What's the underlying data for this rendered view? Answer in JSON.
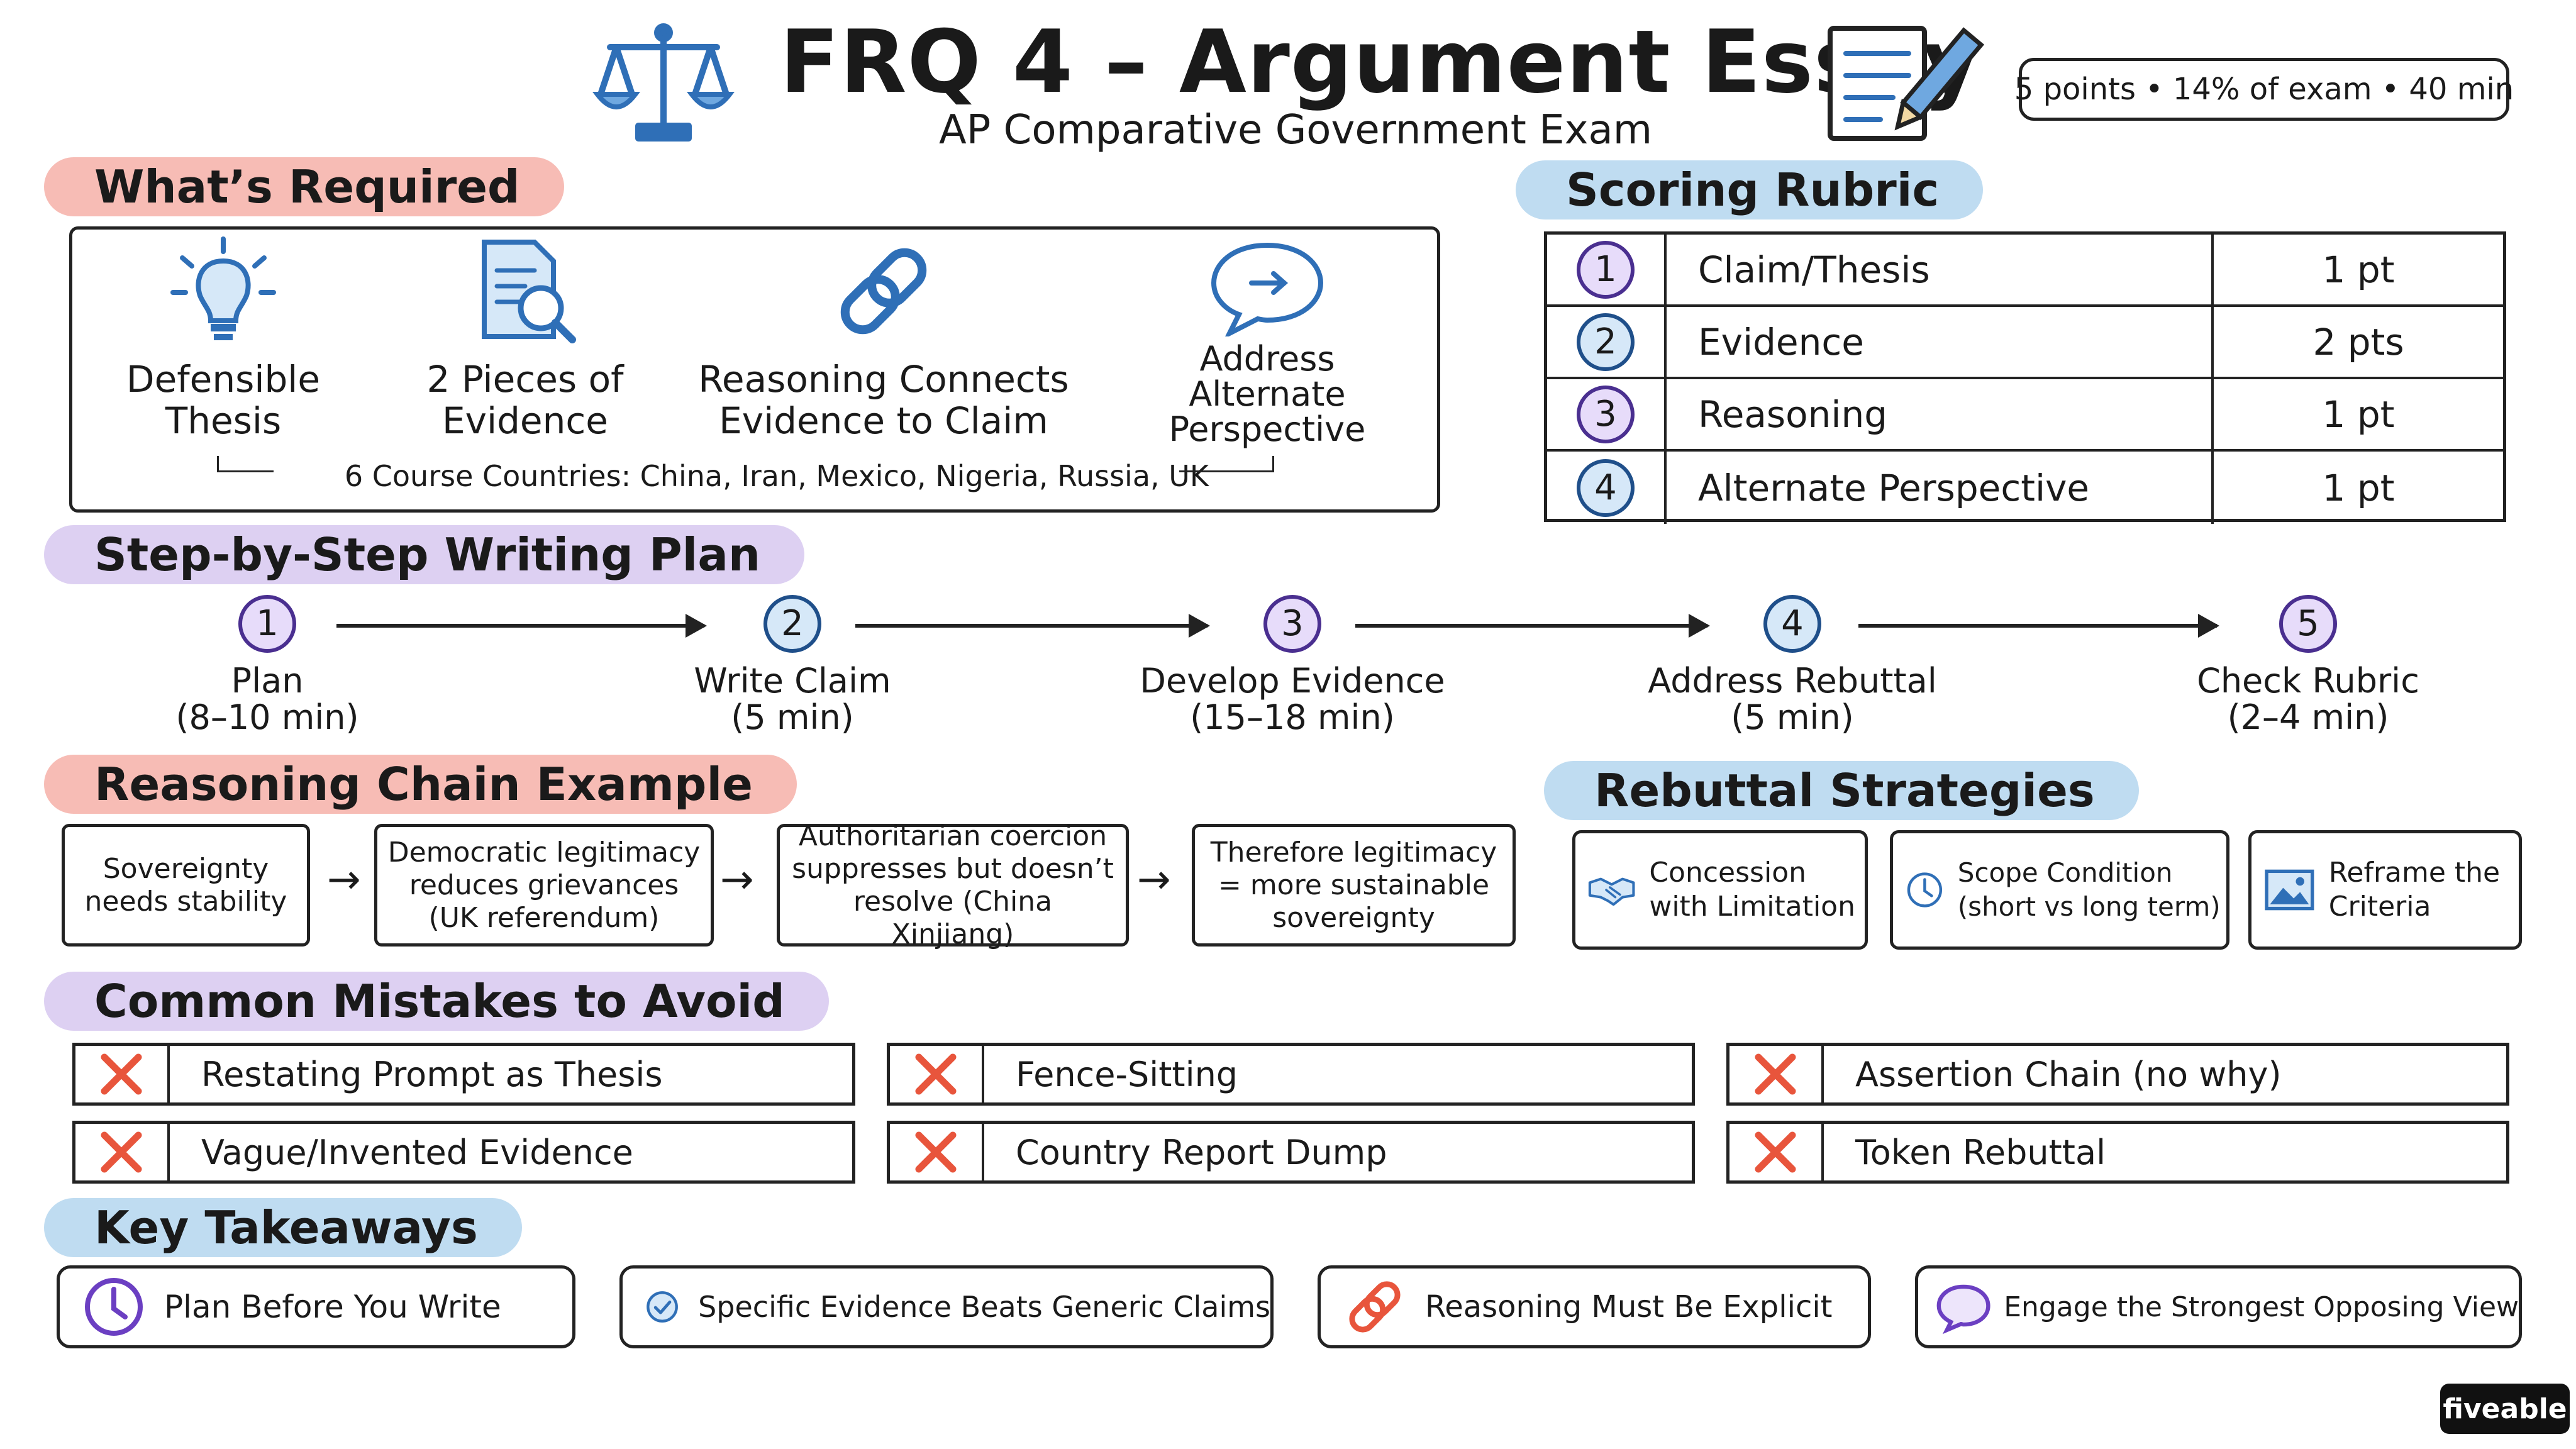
{
  "header": {
    "title": "FRQ 4 – Argument Essay",
    "subtitle": "AP Comparative Government Exam",
    "exam_info": "5 points • 14% of exam • 40 min",
    "icons": [
      "scale-icon",
      "notepad-pencil-icon"
    ]
  },
  "required": {
    "heading": "What’s Required",
    "items": [
      {
        "label": "Defensible Thesis",
        "icon": "lightbulb-icon"
      },
      {
        "label": "2 Pieces of Evidence",
        "icon": "document-search-icon"
      },
      {
        "label": "Reasoning Connects Evidence to Claim",
        "icon": "chain-link-icon"
      },
      {
        "label": "Address Alternate Perspective",
        "icon": "speech-bubble-arrow-icon"
      }
    ],
    "countries": "6 Course Countries: China, Iran, Mexico, Nigeria, Russia, UK"
  },
  "rubric": {
    "heading": "Scoring Rubric",
    "rows": [
      {
        "num": "1",
        "label": "Claim/Thesis",
        "points": "1 pt"
      },
      {
        "num": "2",
        "label": "Evidence",
        "points": "2 pts"
      },
      {
        "num": "3",
        "label": "Reasoning",
        "points": "1 pt"
      },
      {
        "num": "4",
        "label": "Alternate Perspective",
        "points": "1 pt"
      }
    ]
  },
  "plan": {
    "heading": "Step-by-Step Writing Plan",
    "steps": [
      {
        "num": "1",
        "label": "Plan",
        "time": "(8–10 min)"
      },
      {
        "num": "2",
        "label": "Write Claim",
        "time": "(5 min)"
      },
      {
        "num": "3",
        "label": "Develop Evidence",
        "time": "(15–18 min)"
      },
      {
        "num": "4",
        "label": "Address Rebuttal",
        "time": "(5 min)"
      },
      {
        "num": "5",
        "label": "Check Rubric",
        "time": "(2–4 min)"
      }
    ]
  },
  "chain": {
    "heading": "Reasoning Chain Example",
    "boxes": [
      "Sovereignty needs stability",
      "Democratic legitimacy reduces grievances (UK referendum)",
      "Authoritarian coercion suppresses but doesn’t resolve (China Xinjiang)",
      "Therefore legitimacy = more sustainable sovereignty"
    ]
  },
  "rebuttal": {
    "heading": "Rebuttal Strategies",
    "items": [
      {
        "label": "Concession with Limitation",
        "icon": "handshake-icon"
      },
      {
        "label": "Scope Condition (short vs long term)",
        "icon": "clock-icon"
      },
      {
        "label": "Reframe the Criteria",
        "icon": "picture-frame-icon"
      }
    ]
  },
  "mistakes": {
    "heading": "Common Mistakes to Avoid",
    "items": [
      "Restating Prompt as Thesis",
      "Fence-Sitting",
      "Assertion Chain (no why)",
      "Vague/Invented Evidence",
      "Country Report Dump",
      "Token Rebuttal"
    ]
  },
  "takeaways": {
    "heading": "Key Takeaways",
    "items": [
      {
        "label": "Plan Before You Write",
        "icon": "clock-icon"
      },
      {
        "label": "Specific Evidence Beats Generic Claims",
        "icon": "checkmark-circle-icon"
      },
      {
        "label": "Reasoning Must Be Explicit",
        "icon": "chain-link-icon"
      },
      {
        "label": "Engage the Strongest Opposing View",
        "icon": "speech-bubble-icon"
      }
    ]
  },
  "brand": "fiveable",
  "colors": {
    "red_highlight": "#f7bcb5",
    "blue_highlight": "#bfdcf1",
    "purple_highlight": "#ddd0f2",
    "icon_blue": "#2f6fb7",
    "x_red": "#e8553c",
    "purple": "#6b3fc2"
  }
}
